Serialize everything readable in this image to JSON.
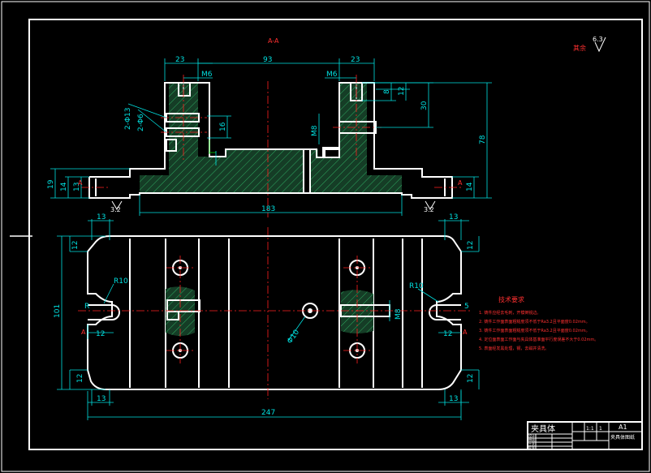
{
  "section_label": "A-A",
  "roughness": {
    "label": "其余",
    "value": "6.3"
  },
  "section_marks": {
    "left": "A",
    "right": "A"
  },
  "dimensions": {
    "top": [
      "23",
      "93",
      "23"
    ],
    "thread_left": "M6",
    "thread_right": "M6",
    "holes_13": "2-Φ13",
    "holes_6": "2-Φ6",
    "d16": "16",
    "d8": "8",
    "d12": "12",
    "d30": "30",
    "d78": "78",
    "d19": "19",
    "d14": "14",
    "d13": "13",
    "d14r": "14",
    "m8_front": "M8",
    "d183": "183",
    "rough_left": "3.2",
    "rough_right": "3.2",
    "plan_13_tl": "13",
    "plan_13_tr": "13",
    "plan_13_bl": "13",
    "plan_13_br": "13",
    "plan_12_l1": "12",
    "plan_12_l2": "12",
    "plan_12_l3": "12",
    "plan_12_r1": "12",
    "plan_12_r2": "12",
    "plan_12_r3": "12",
    "plan_101": "101",
    "plan_R10_l": "R10",
    "plan_R10_r": "R10",
    "plan_phi10": "Φ10",
    "plan_m8": "M8",
    "plan_247": "247",
    "plan_5": "5",
    "plan_R": "R"
  },
  "tech_requirements": {
    "title": "技术要求",
    "items": [
      "1. 铸件应经去毛刺，开模倒锐边。",
      "2. 铸件工作面表面粗糙度须不低于Ra3.2且平面度0.02mm。",
      "3. 铸件工作面表面粗糙度须不低于Ra3.2且平面度0.02mm。",
      "4. 定位面表面工作面与夹具体基准面平行度误差不大于0.02mm。",
      "5. 表面经发黑处理，钢，去磁并清洗。"
    ]
  },
  "title_block": {
    "name": "夹具体",
    "sheet": "A1",
    "subtitle": "夹具体图纸",
    "rows": [
      "设计",
      "审核",
      "工艺",
      "批准"
    ],
    "scale": "1:1",
    "count": "1"
  }
}
